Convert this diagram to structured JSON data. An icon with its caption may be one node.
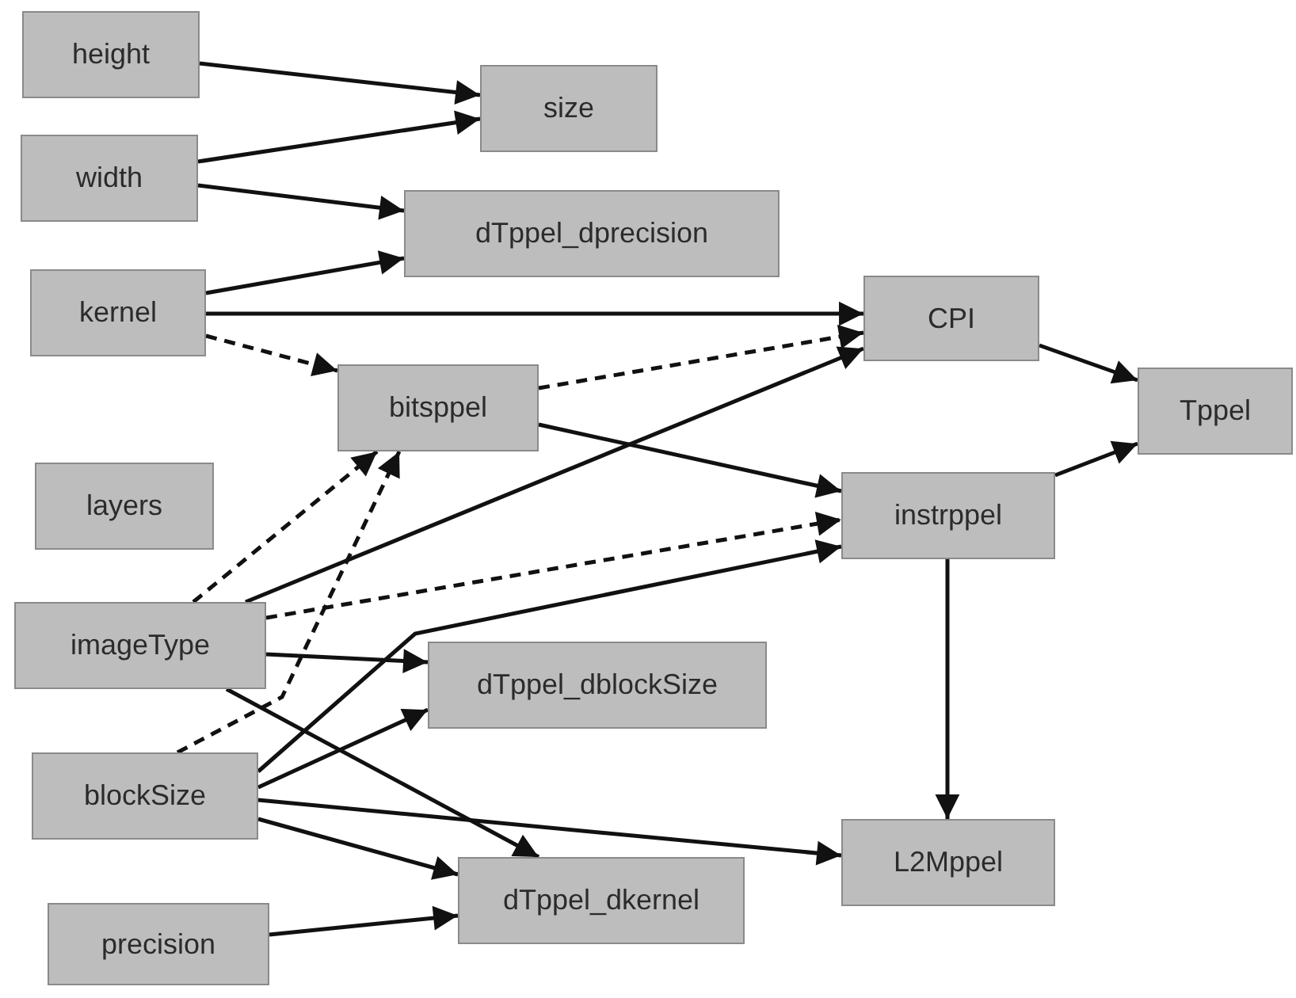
{
  "diagram": {
    "nodes": [
      {
        "text": [
          "height"
        ]
      },
      {
        "text": [
          "width"
        ]
      },
      {
        "text": [
          "size"
        ]
      },
      {
        "text": [
          "kernel"
        ]
      },
      {
        "text": [
          "dTppel_dprecision"
        ]
      },
      {
        "text": [
          "CPI"
        ]
      },
      {
        "text": [
          "bitsppel"
        ]
      },
      {
        "text": [
          "Tppel"
        ]
      },
      {
        "text": [
          "layers"
        ]
      },
      {
        "text": [
          "instrppel"
        ]
      },
      {
        "text": [
          "imageType"
        ]
      },
      {
        "text": [
          "dTppel_dblockSize"
        ]
      },
      {
        "text": [
          "blockSize"
        ]
      },
      {
        "text": [
          "L2Mppel"
        ]
      },
      {
        "text": [
          "dTppel_dkernel"
        ]
      },
      {
        "text": [
          "precision"
        ]
      }
    ],
    "edges": [
      {
        "from": 0,
        "to": 2,
        "arrow": "to"
      },
      {
        "from": 1,
        "to": 2,
        "arrow": "to"
      },
      {
        "from": 1,
        "to": 4,
        "arrow": "to"
      },
      {
        "from": 3,
        "to": 4,
        "arrow": "to"
      },
      {
        "from": 3,
        "to": 5,
        "arrow": "to"
      },
      {
        "from": 3,
        "to": 6,
        "arrow": "to",
        "style": "dashed"
      },
      {
        "from": 6,
        "to": 5,
        "arrow": "to",
        "style": "dashed"
      },
      {
        "from": 6,
        "to": 9,
        "arrow": "to"
      },
      {
        "from": 10,
        "to": 6,
        "arrow": "to",
        "style": "dashed"
      },
      {
        "from": 12,
        "to": 6,
        "arrow": "to",
        "style": "dashed"
      },
      {
        "from": 10,
        "to": 5,
        "arrow": "to"
      },
      {
        "from": 10,
        "to": 9,
        "arrow": "to",
        "style": "dashed"
      },
      {
        "from": 10,
        "to": 11,
        "arrow": "to"
      },
      {
        "from": 10,
        "to": 14,
        "arrow": "to"
      },
      {
        "from": 12,
        "to": 9,
        "arrow": "to"
      },
      {
        "from": 12,
        "to": 11,
        "arrow": "to"
      },
      {
        "from": 12,
        "to": 13,
        "arrow": "to"
      },
      {
        "from": 12,
        "to": 14,
        "arrow": "to"
      },
      {
        "from": 15,
        "to": 14,
        "arrow": "to"
      },
      {
        "from": 5,
        "to": 7,
        "arrow": "to"
      },
      {
        "from": 9,
        "to": 7,
        "arrow": "to"
      },
      {
        "from": 9,
        "to": 13,
        "arrow": "to"
      }
    ]
  }
}
